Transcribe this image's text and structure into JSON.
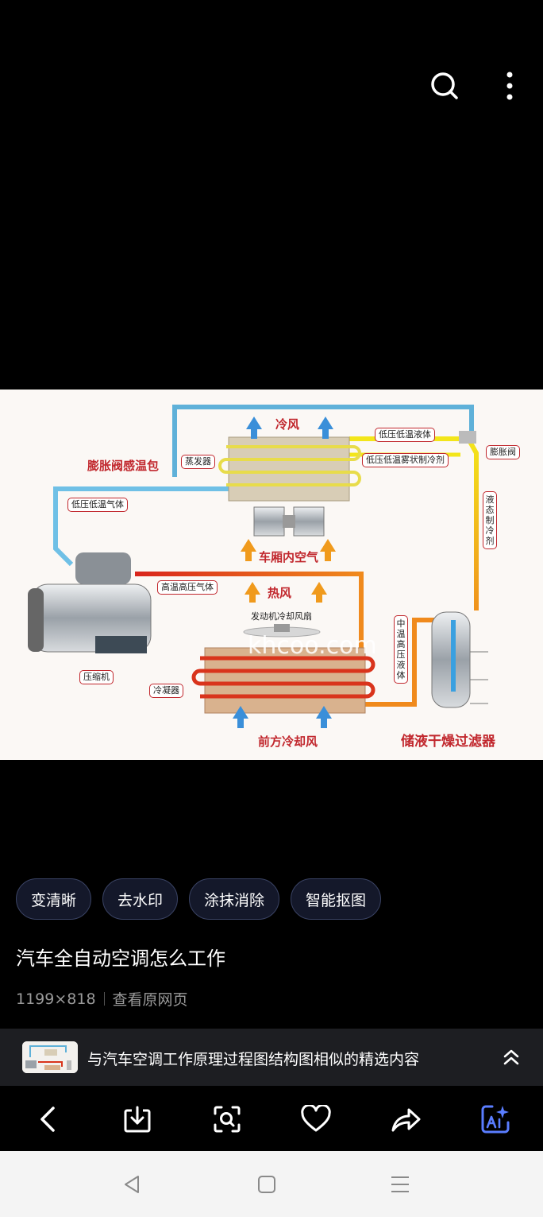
{
  "top_bar": {
    "search_icon": "search-icon",
    "more_icon": "more-vertical-icon"
  },
  "diagram": {
    "watermark": "khcoo.com",
    "labels": {
      "cold_air": "冷风",
      "thermo_bulb": "膨胀阀感温包",
      "evaporator": "蒸发器",
      "low_temp_liquid": "低压低温液体",
      "low_temp_mist": "低压低温雾状制冷剂",
      "expansion_valve": "膨胀阀",
      "low_temp_gas": "低压低温气体",
      "liquid_refrigerant": "液态制冷剂",
      "cabin_air": "车厢内空气",
      "high_temp_gas": "高温高压气体",
      "hot_air": "热风",
      "engine_fan": "发动机冷却风扇",
      "mid_temp_liquid": "中温高压液体",
      "compressor": "压缩机",
      "condenser": "冷凝器",
      "front_cooling_air": "前方冷却风",
      "receiver_drier": "储液干燥过滤器"
    }
  },
  "chips": [
    "变清晰",
    "去水印",
    "涂抹消除",
    "智能抠图"
  ],
  "title": "汽车全自动空调怎么工作",
  "meta": {
    "size": "1199×818",
    "source_link": "查看原网页"
  },
  "similar": {
    "text": "与汽车空调工作原理过程图结构图相似的精选内容",
    "thumb_icon": "thumbnail-image",
    "expand_icon": "chevron-up-double-icon"
  },
  "toolbar": {
    "icons": [
      "back-icon",
      "download-icon",
      "lens-search-icon",
      "heart-icon",
      "share-icon",
      "ai-image-icon"
    ]
  },
  "system_nav": {
    "icons": [
      "back-triangle-icon",
      "home-square-icon",
      "recents-menu-icon"
    ]
  },
  "colors": {
    "accent_ai": "#5a7dff",
    "chip_border": "#3a4364",
    "diagram_red": "#c1272d"
  }
}
